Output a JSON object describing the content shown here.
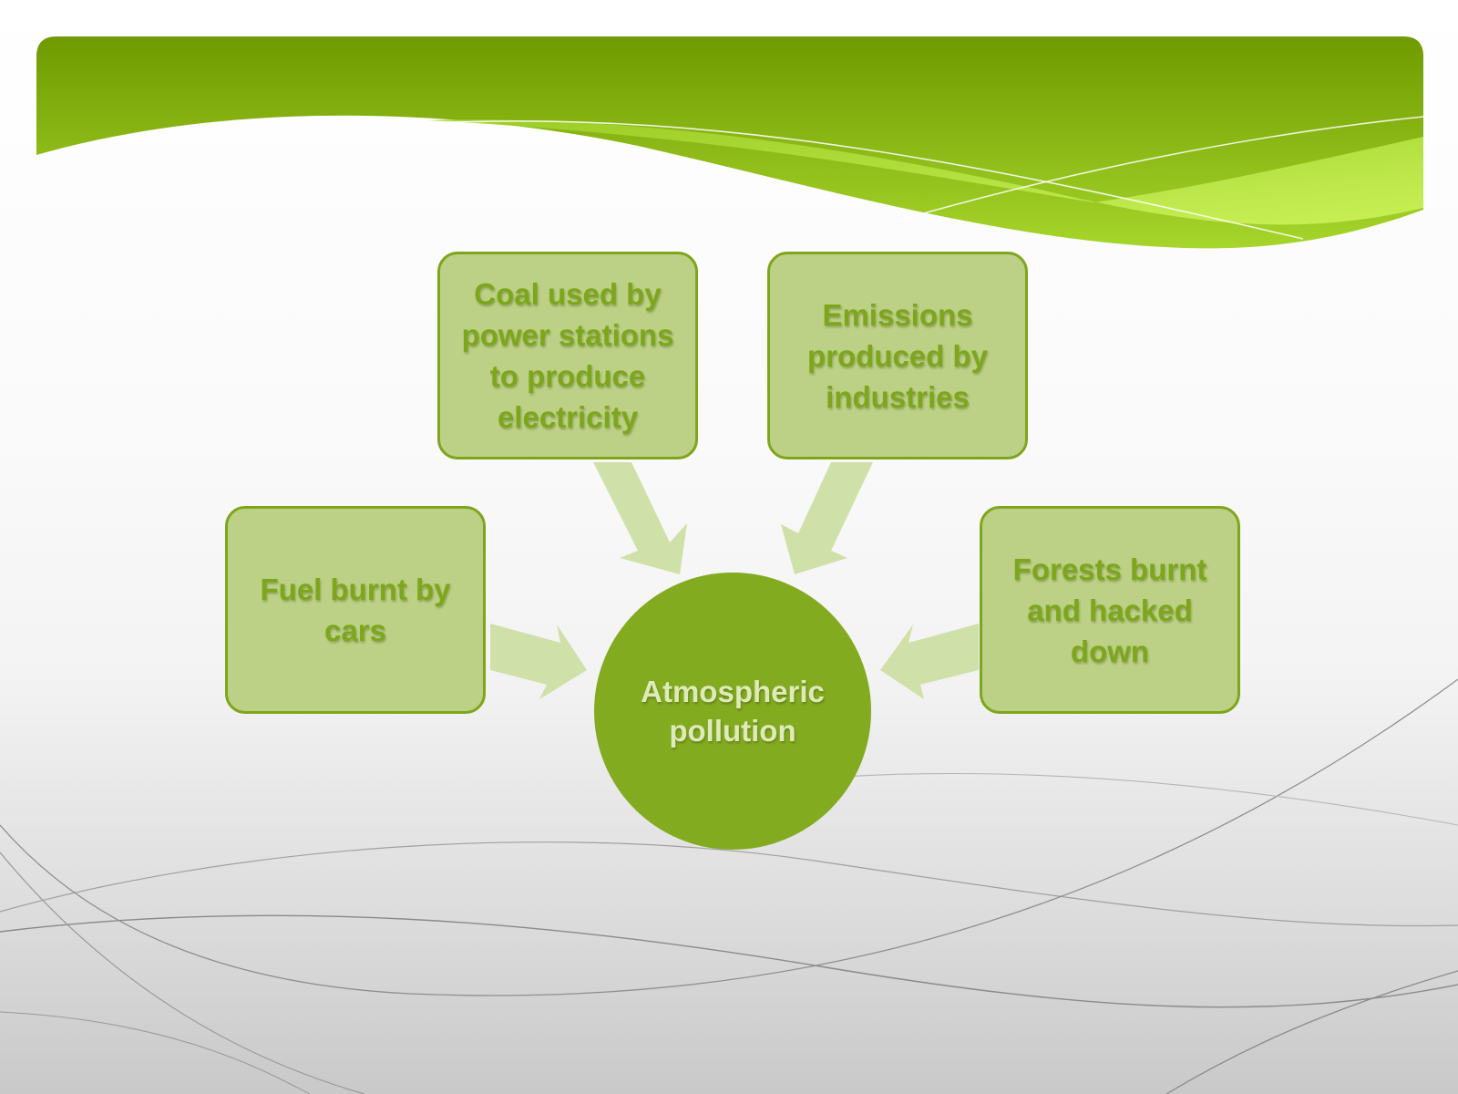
{
  "diagram": {
    "center": {
      "label": "Atmospheric\npollution"
    },
    "sources": [
      {
        "label": "Coal used by\npower stations\nto produce\nelectricity"
      },
      {
        "label": "Emissions\nproduced by\nindustries"
      },
      {
        "label": "Fuel burnt by\ncars"
      },
      {
        "label": "Forests burnt\nand hacked\ndown"
      }
    ]
  },
  "colors": {
    "box_fill": "#bcd185",
    "box_border": "#7ea61c",
    "box_text": "#7ea61c",
    "hub_fill": "#82ab20",
    "hub_text": "#dfeab8",
    "arrow_fill": "#cfe0a8",
    "banner_dark": "#6f9a00",
    "banner_light": "#c9f25a"
  }
}
